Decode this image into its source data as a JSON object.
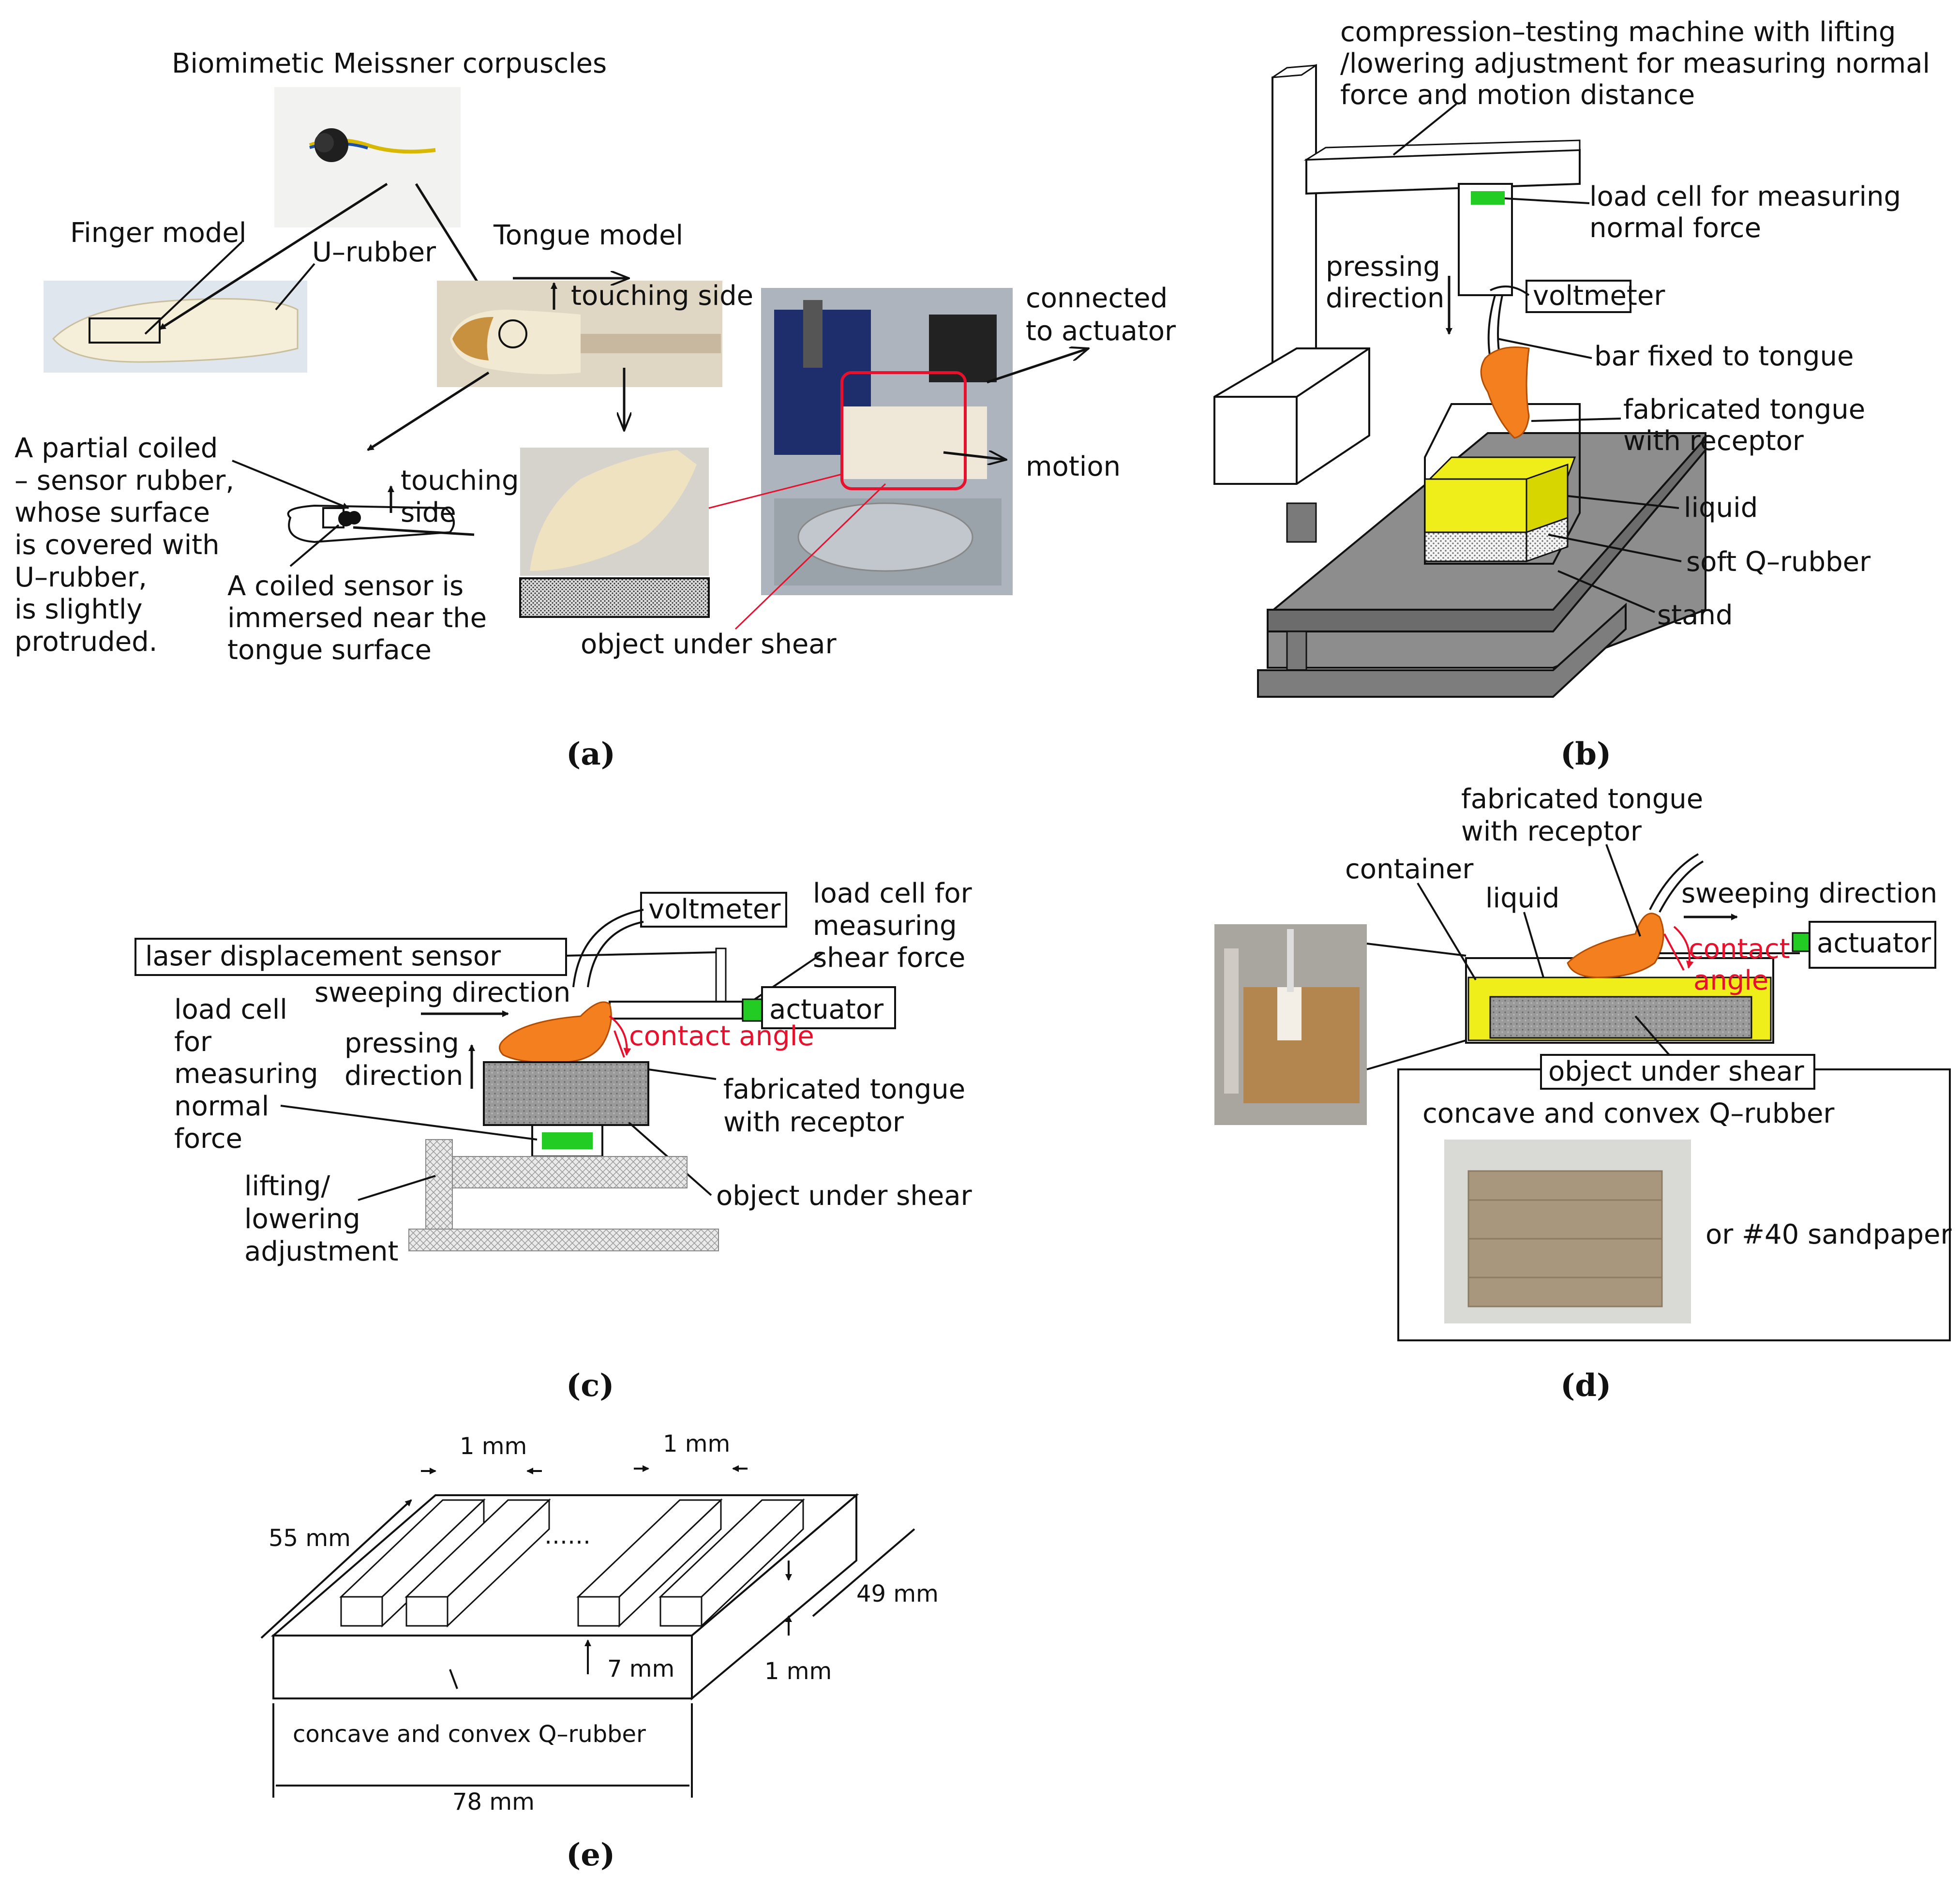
{
  "panel_a": {
    "title": "Biomimetic Meissner corpuscles",
    "finger_model": "Finger model",
    "u_rubber": "U–rubber",
    "tongue_model": "Tongue model",
    "touching_side_top": "touching side",
    "connected": "connected",
    "to_actuator": "to actuator",
    "motion": "motion",
    "partial_1": "A partial coiled",
    "partial_2": "– sensor rubber,",
    "partial_3": "whose surface",
    "partial_4": "is covered with",
    "partial_5": "U–rubber,",
    "partial_6": "is slightly",
    "partial_7": "protruded.",
    "touching": "touching",
    "side": "side",
    "coiled_1": "A coiled sensor is",
    "coiled_2": "immersed near the",
    "coiled_3": "tongue surface",
    "object_under_shear": "object under shear",
    "caption": "(a)"
  },
  "panel_b": {
    "machine_1": "compression–testing machine with lifting",
    "machine_2": "/lowering adjustment for measuring normal",
    "machine_3": "force and motion distance",
    "loadcell_1": "load cell for measuring",
    "loadcell_2": "normal force",
    "pressing": "pressing",
    "direction": "direction",
    "voltmeter": "voltmeter",
    "bar_fixed": "bar fixed to tongue",
    "fab_1": "fabricated tongue",
    "fab_2": "with receptor",
    "liquid": "liquid",
    "soft_q": "soft Q–rubber",
    "stand": "stand",
    "caption": "(b)"
  },
  "panel_c": {
    "voltmeter": "voltmeter",
    "loadcell_shear_1": "load cell for",
    "loadcell_shear_2": "measuring",
    "loadcell_shear_3": "shear force",
    "laser": "laser displacement sensor",
    "sweeping": "sweeping direction",
    "actuator": "actuator",
    "loadcell_normal_1": "load cell",
    "loadcell_normal_2": "for",
    "loadcell_normal_3": "measuring",
    "loadcell_normal_4": "normal",
    "loadcell_normal_5": "force",
    "pressing": "pressing",
    "direction": "direction",
    "contact_angle": "contact angle",
    "fab_1": "fabricated tongue",
    "fab_2": "with receptor",
    "object_under_shear": "object under shear",
    "lifting_1": "lifting/",
    "lifting_2": "lowering",
    "lifting_3": "adjustment",
    "caption": "(c)"
  },
  "panel_d": {
    "fab_1": "fabricated tongue",
    "fab_2": "with receptor",
    "container": "container",
    "liquid": "liquid",
    "sweeping": "sweeping direction",
    "actuator": "actuator",
    "contact": "contact",
    "angle": "angle",
    "object_under_shear": "object under shear",
    "concave": "concave and convex Q–rubber",
    "or_sandpaper": "or  #40 sandpaper",
    "caption": "(d)"
  },
  "panel_e": {
    "dim_1mm_a": "1 mm",
    "dim_1mm_b": "1 mm",
    "dim_55": "55 mm",
    "dots": "……",
    "dim_49": "49 mm",
    "dim_7": "7 mm",
    "dim_1mm_c": "1 mm",
    "concave": "concave and convex Q–rubber",
    "dim_78": "78 mm",
    "caption": "(e)"
  },
  "colors": {
    "tongue_orange": "#f47f1f",
    "liquid_yellow": "#f0ee1a",
    "loadcell_green": "#22cc22",
    "platform_gray": "#8d8d8d",
    "contact_red": "#e8112d"
  }
}
